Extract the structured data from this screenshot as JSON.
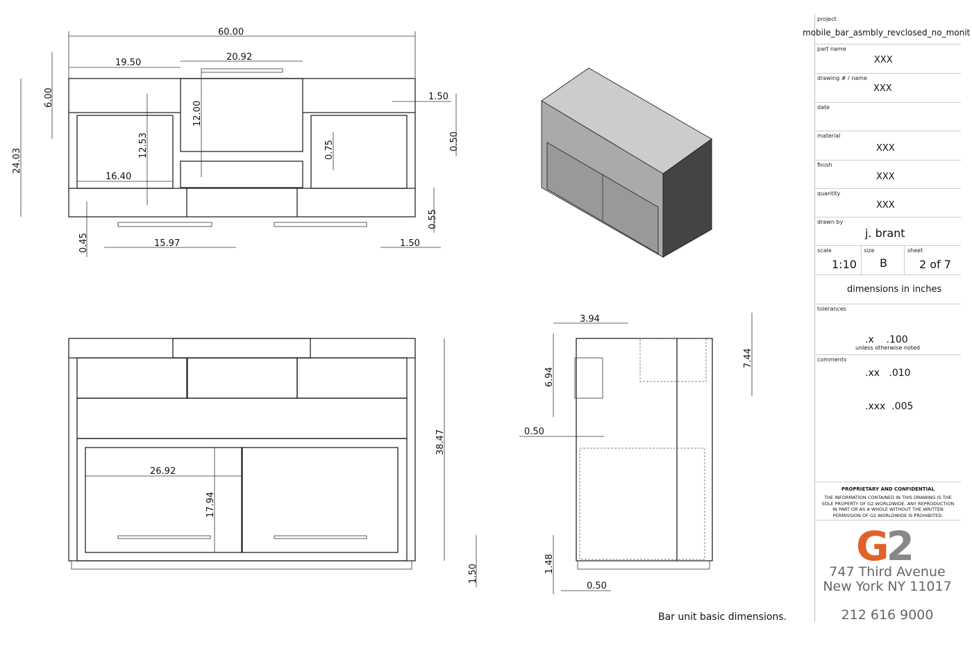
{
  "caption": "Bar unit basic dimensions.",
  "front_top_view": {
    "dims": [
      "60.00",
      "19.50",
      "20.92",
      "6.00",
      "24.03",
      "12.00",
      "12.53",
      "16.40",
      "1.50",
      "0.50",
      "0.75",
      "0.55",
      "0.45",
      "15.97",
      "1.50"
    ]
  },
  "front_view": {
    "dims": [
      "38.47",
      "26.92",
      "17.94",
      "1.50"
    ]
  },
  "side_view": {
    "dims": [
      "3.94",
      "6.94",
      "7.44",
      "0.50",
      "1.48",
      "0.50"
    ]
  },
  "title_block": {
    "project_label": "project",
    "project": "mobile_bar_asmbly_revclosed_no_monit",
    "part_name_label": "part name",
    "part_name": "XXX",
    "drawing_label": "drawing # / name",
    "drawing": "XXX",
    "date_label": "date",
    "date": "",
    "material_label": "material",
    "material": "XXX",
    "finish_label": "finish",
    "finish": "XXX",
    "quantity_label": "quantity",
    "quantity": "XXX",
    "drawn_by_label": "drawn by",
    "drawn_by": "j. brant",
    "scale_label": "scale",
    "scale": "1:10",
    "size_label": "size",
    "size": "B",
    "sheet_label": "sheet",
    "sheet": "2 of 7",
    "units": "dimensions in inches",
    "tolerances_label": "tolerances",
    "tolerances": [
      ".x    .100",
      ".xx   .010",
      ".xxx  .005"
    ],
    "tolerance_note": "unless otherwise noted",
    "comments_label": "comments",
    "proprietary_title": "PROPRIETARY AND CONFIDENTIAL",
    "proprietary_text": "THE INFORMATION CONTAINED IN THIS DRAWING IS THE SOLE PROPERTY OF G2 WORLDWIDE.  ANY REPRODUCTION IN PART OR AS A WHOLE WITHOUT THE WRITTEN PERMISSION OF G2 WORLDWIDE IS PROHIBITED."
  },
  "company": {
    "logo": "G2",
    "address1": "747 Third Avenue",
    "address2": "New York NY 11017",
    "phone": "212 616 9000",
    "logo_colors": [
      "#e0622a",
      "#888888"
    ]
  }
}
